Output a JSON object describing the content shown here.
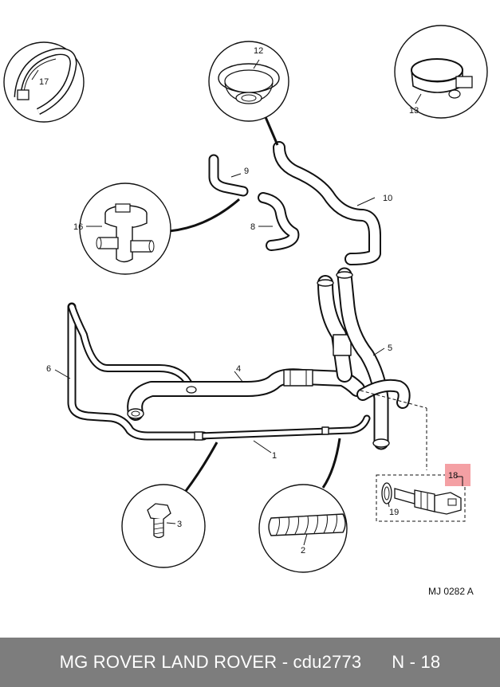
{
  "diagram": {
    "code": "MJ 0282 A",
    "parts": {
      "p1": "1",
      "p2": "2",
      "p3": "3",
      "p4": "4",
      "p5": "5",
      "p6": "6",
      "p8": "8",
      "p9": "9",
      "p10": "10",
      "p12": "12",
      "p13": "13",
      "p16": "16",
      "p17": "17",
      "p18": "18",
      "p19": "19"
    },
    "highlight": {
      "part": "18",
      "color": "#f4a0a4"
    }
  },
  "footer": {
    "brand": "MG ROVER LAND ROVER - cdu2773",
    "page": "N - 18",
    "background": "#7d7d7d"
  }
}
